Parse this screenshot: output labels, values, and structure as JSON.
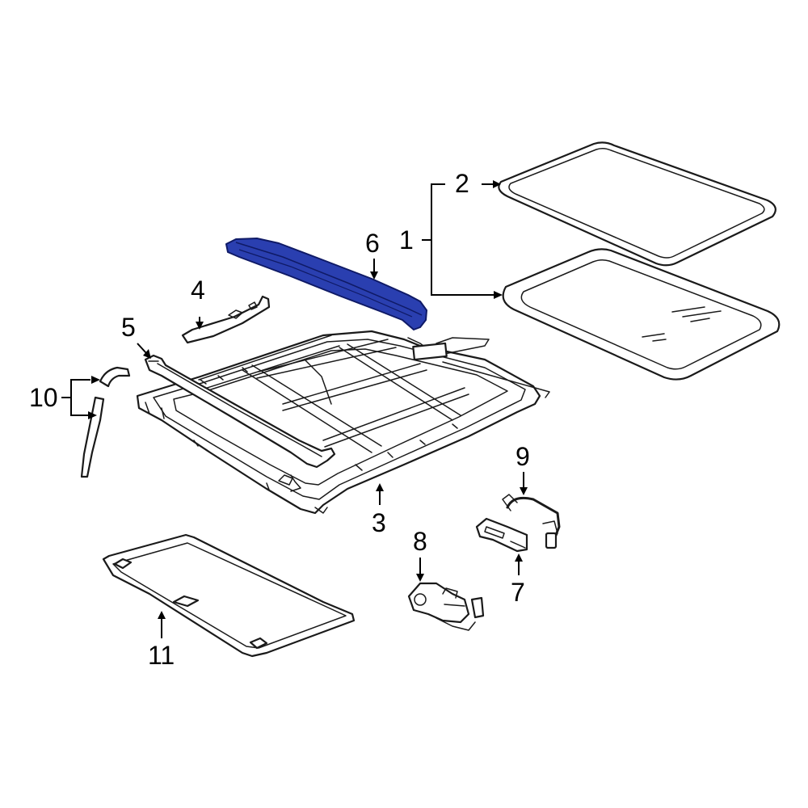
{
  "diagram": {
    "highlight_color": "#2a3fb0",
    "callouts": [
      {
        "id": "c1",
        "label": "1"
      },
      {
        "id": "c2",
        "label": "2"
      },
      {
        "id": "c3",
        "label": "3"
      },
      {
        "id": "c4",
        "label": "4"
      },
      {
        "id": "c5",
        "label": "5"
      },
      {
        "id": "c6",
        "label": "6"
      },
      {
        "id": "c7",
        "label": "7"
      },
      {
        "id": "c8",
        "label": "8"
      },
      {
        "id": "c9",
        "label": "9"
      },
      {
        "id": "c10",
        "label": "10"
      },
      {
        "id": "c11",
        "label": "11"
      }
    ]
  }
}
